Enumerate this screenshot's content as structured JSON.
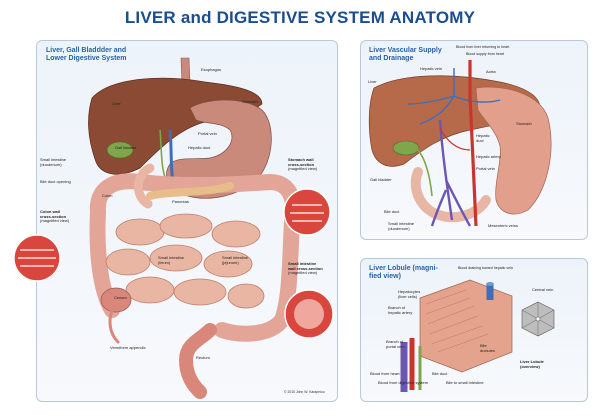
{
  "title": "LIVER and DIGESTIVE SYSTEM ANATOMY",
  "main_panel": {
    "title_line1": "Liver, Gall Bladdder and",
    "title_line2": "Lower Digestive System",
    "labels": {
      "esophagus": "Esophagus",
      "liver": "Liver",
      "stomach": "Stomach",
      "portal_vein": "Portal vein",
      "hepatic_duct": "Hepatic duct",
      "gall_bladder": "Gall bladder",
      "small_intestine_duodenum_1": "Small intestine",
      "small_intestine_duodenum_2": "(duodenum)",
      "bile_duct_opening": "Bile duct opening",
      "colon": "Colon",
      "pancreas": "Pancreas",
      "colon_wall_1": "Colon wall",
      "colon_wall_2": "cross-section",
      "colon_wall_3": "(magnified view)",
      "stomach_wall_1": "Stomach wall",
      "stomach_wall_2": "cross-section",
      "stomach_wall_3": "(magnified view)",
      "small_intestine_ileum_1": "Small intestine",
      "small_intestine_ileum_2": "(ileum)",
      "small_intestine_jejunum_1": "Small intestine",
      "small_intestine_jejunum_2": "(jejunum)",
      "small_intestine_wall_1": "Small intestine",
      "small_intestine_wall_2": "wall cross-section",
      "small_intestine_wall_3": "(magnified view)",
      "cecum": "Cecum",
      "vermiform_appendix": "Vermiform appendix",
      "rectum": "Rectum"
    },
    "copyright": "© 2015 John W. Karapelou"
  },
  "vascular_panel": {
    "title_line1": "Liver Vascular Supply",
    "title_line2": "and Drainage",
    "labels": {
      "blood_returning": "Blood from liver returning to heart",
      "blood_supply": "Blood supply from heart",
      "hepatic_vein": "Hepatic vein",
      "aorta": "Aorta",
      "liver": "Liver",
      "stomach": "Stomach",
      "hepatic_duct_1": "Hepatic",
      "hepatic_duct_2": "duct",
      "hepatic_artery": "Hepatic artery",
      "portal_vein": "Portal vein",
      "gall_bladder": "Gall bladder",
      "bile_duct": "Bile duct",
      "small_intestine_1": "Small intestine",
      "small_intestine_2": "(duodenum)",
      "mesenteric_veins": "Mesenteric veins"
    }
  },
  "lobule_panel": {
    "title_line1": "Liver Lobule (magni-",
    "title_line2": "fied view)",
    "labels": {
      "blood_draining": "Blood draining toward hepatic vein",
      "central_vein": "Central vein",
      "hepatocytes_1": "Hepatocytes",
      "hepatocytes_2": "(liver cells)",
      "branch_hepatic_artery_1": "Branch of",
      "branch_hepatic_artery_2": "hepatic artery",
      "branch_portal_vein_1": "Branch of",
      "branch_portal_vein_2": "portal vein",
      "bile_ductules_1": "Bile",
      "bile_ductules_2": "ductules",
      "liver_lobule_1": "Liver Lobule",
      "liver_lobule_2": "(overview)",
      "blood_from_heart": "Blood from heart",
      "bile_duct": "Bile duct",
      "blood_from_digestive": "Blood from digestive system",
      "bile_to_intestine": "Bile to small intestine"
    }
  },
  "colors": {
    "title": "#1b4d8f",
    "panel_title": "#2a61a8",
    "panel_bg": "#eaf1f9",
    "liver": "#8a4a33",
    "stomach": "#c98a7c",
    "intestine": "#eab6a4",
    "colon": "#e3a597",
    "gall_bladder": "#7fa64a",
    "vein": "#3c6fb8",
    "artery": "#c9352d"
  }
}
